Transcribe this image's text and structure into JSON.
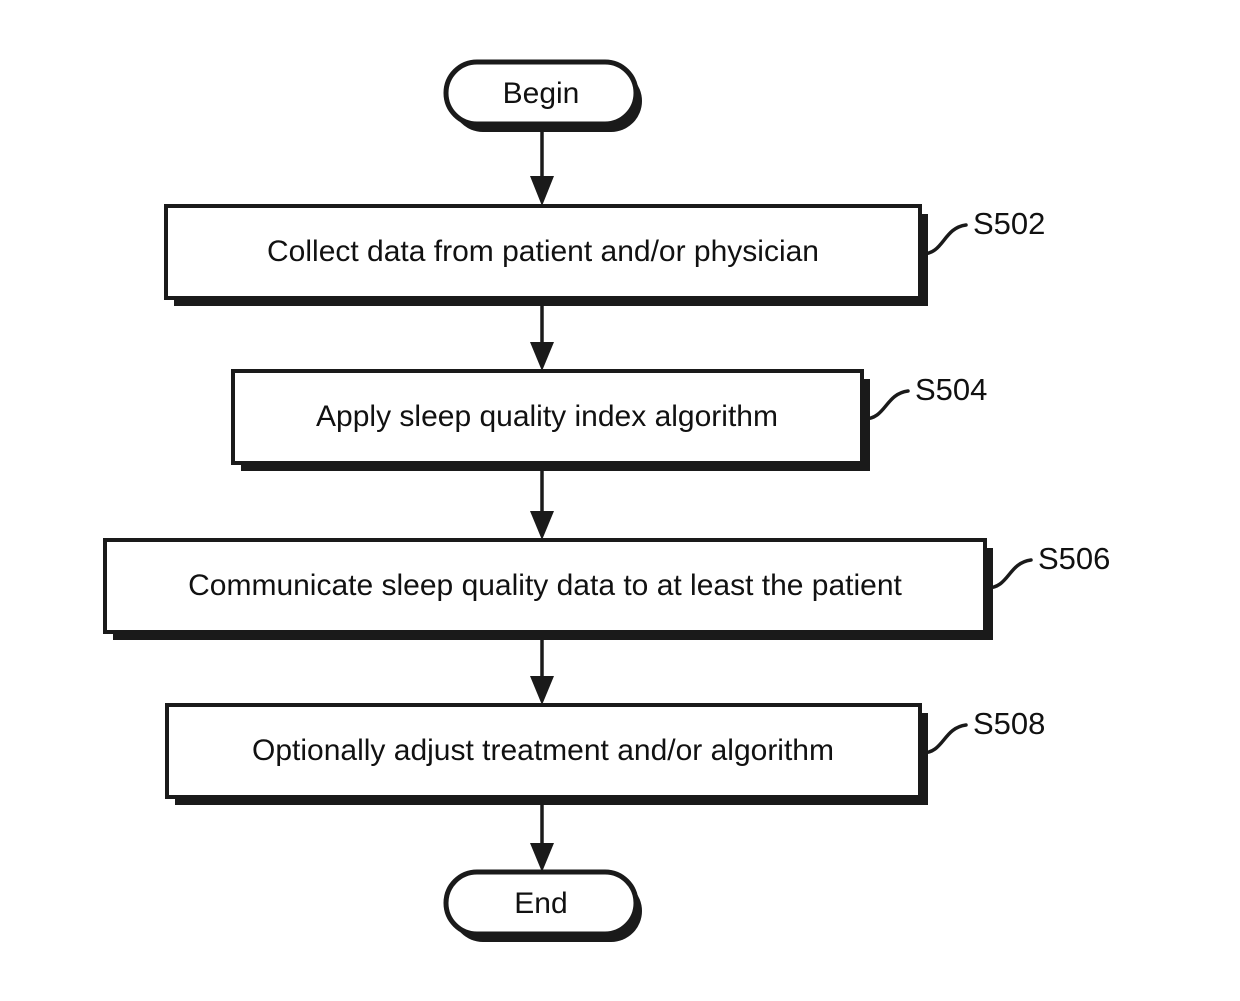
{
  "figure": {
    "background_color": "#ffffff",
    "ink_color": "#1a1a1a",
    "type": "flowchart",
    "orientation": "vertical-top-to-bottom"
  },
  "nodes": {
    "begin": {
      "label": "Begin",
      "shape": "terminal-stadium"
    },
    "s502": {
      "label": "Collect data from patient and/or physician",
      "shape": "process-rectangle",
      "reference": "S502"
    },
    "s504": {
      "label": "Apply sleep quality index algorithm",
      "shape": "process-rectangle",
      "reference": "S504"
    },
    "s506": {
      "label": "Communicate sleep quality data to at least the patient",
      "shape": "process-rectangle",
      "reference": "S506"
    },
    "s508": {
      "label": "Optionally adjust treatment and/or algorithm",
      "shape": "process-rectangle",
      "reference": "S508"
    },
    "end": {
      "label": "End",
      "shape": "terminal-stadium"
    }
  },
  "connectors": [
    {
      "name": "begin-to-s502",
      "from": "begin",
      "to": "s502",
      "style": "arrow-down"
    },
    {
      "name": "s502-to-s504",
      "from": "s502",
      "to": "s504",
      "style": "arrow-down"
    },
    {
      "name": "s504-to-s506",
      "from": "s504",
      "to": "s506",
      "style": "arrow-down"
    },
    {
      "name": "s506-to-s508",
      "from": "s506",
      "to": "s508",
      "style": "arrow-down"
    },
    {
      "name": "s508-to-end",
      "from": "s508",
      "to": "end",
      "style": "arrow-down"
    }
  ],
  "leaders": [
    {
      "name": "leader-s502",
      "target": "s502",
      "label": "S502"
    },
    {
      "name": "leader-s504",
      "target": "s504",
      "label": "S504"
    },
    {
      "name": "leader-s506",
      "target": "s506",
      "label": "S506"
    },
    {
      "name": "leader-s508",
      "target": "s508",
      "label": "S508"
    }
  ]
}
